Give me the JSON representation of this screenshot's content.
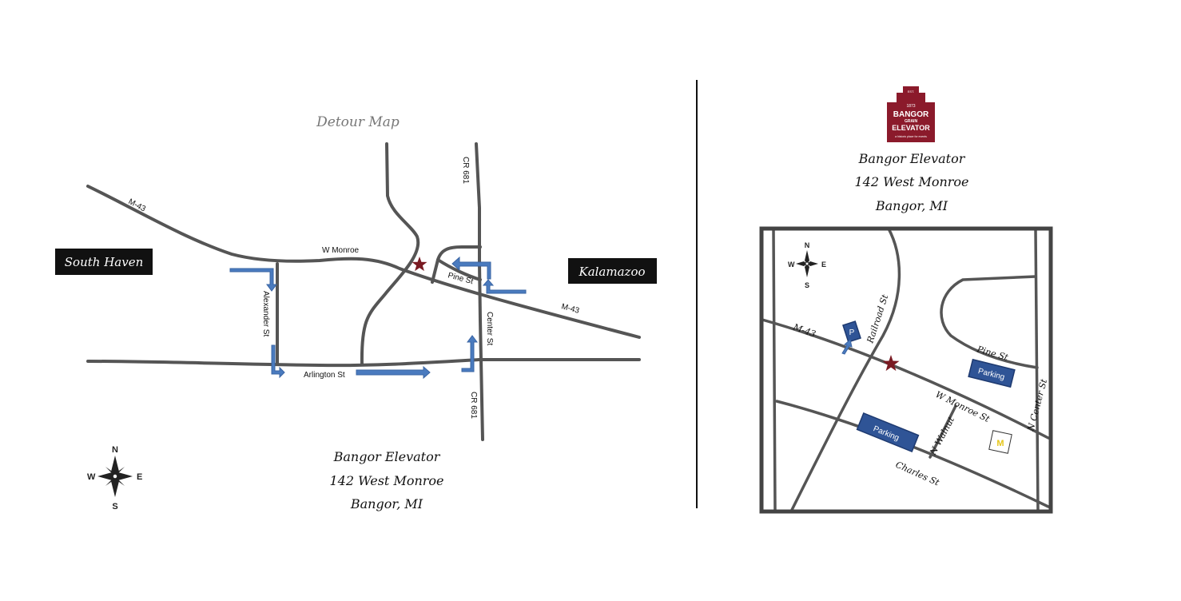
{
  "detour_map": {
    "title": "Detour Map",
    "cities": {
      "west": "South Haven",
      "east": "Kalamazoo"
    },
    "streets": {
      "m43_west": "M-43",
      "m43_east": "M-43",
      "w_monroe": "W Monroe",
      "alexander": "Alexander St",
      "arlington": "Arlington St",
      "pine": "Pine St",
      "center": "Center St",
      "cr681_north": "CR 681",
      "cr681_south": "CR 681"
    },
    "address": {
      "name": "Bangor Elevator",
      "street": "142 West Monroe",
      "city": "Bangor, MI"
    },
    "compass": {
      "n": "N",
      "s": "S",
      "e": "E",
      "w": "W"
    }
  },
  "detail_map": {
    "logo": {
      "est": "EST.",
      "year": "1873",
      "line1": "BANGOR",
      "line2": "GRAIN",
      "line3": "ELEVATOR",
      "tagline": "a historic place for events"
    },
    "address": {
      "name": "Bangor Elevator",
      "street": "142 West Monroe",
      "city": "Bangor, MI"
    },
    "streets": {
      "m43": "M-43",
      "railroad": "Railroad St",
      "pine": "Pine St",
      "w_monroe": "W Monroe St",
      "n_center": "N Center St",
      "n_walnut": "N Walnut",
      "charles": "Charles St"
    },
    "parking_labels": [
      "P",
      "Parking",
      "Parking"
    ],
    "marker_label": "M",
    "compass": {
      "n": "N",
      "s": "S",
      "e": "E",
      "w": "W"
    }
  },
  "colors": {
    "road": "#555555",
    "arrow": "#4a7bbf",
    "star": "#7a1a22",
    "parking": "#2f5496",
    "logo": "#8b1a2b"
  }
}
